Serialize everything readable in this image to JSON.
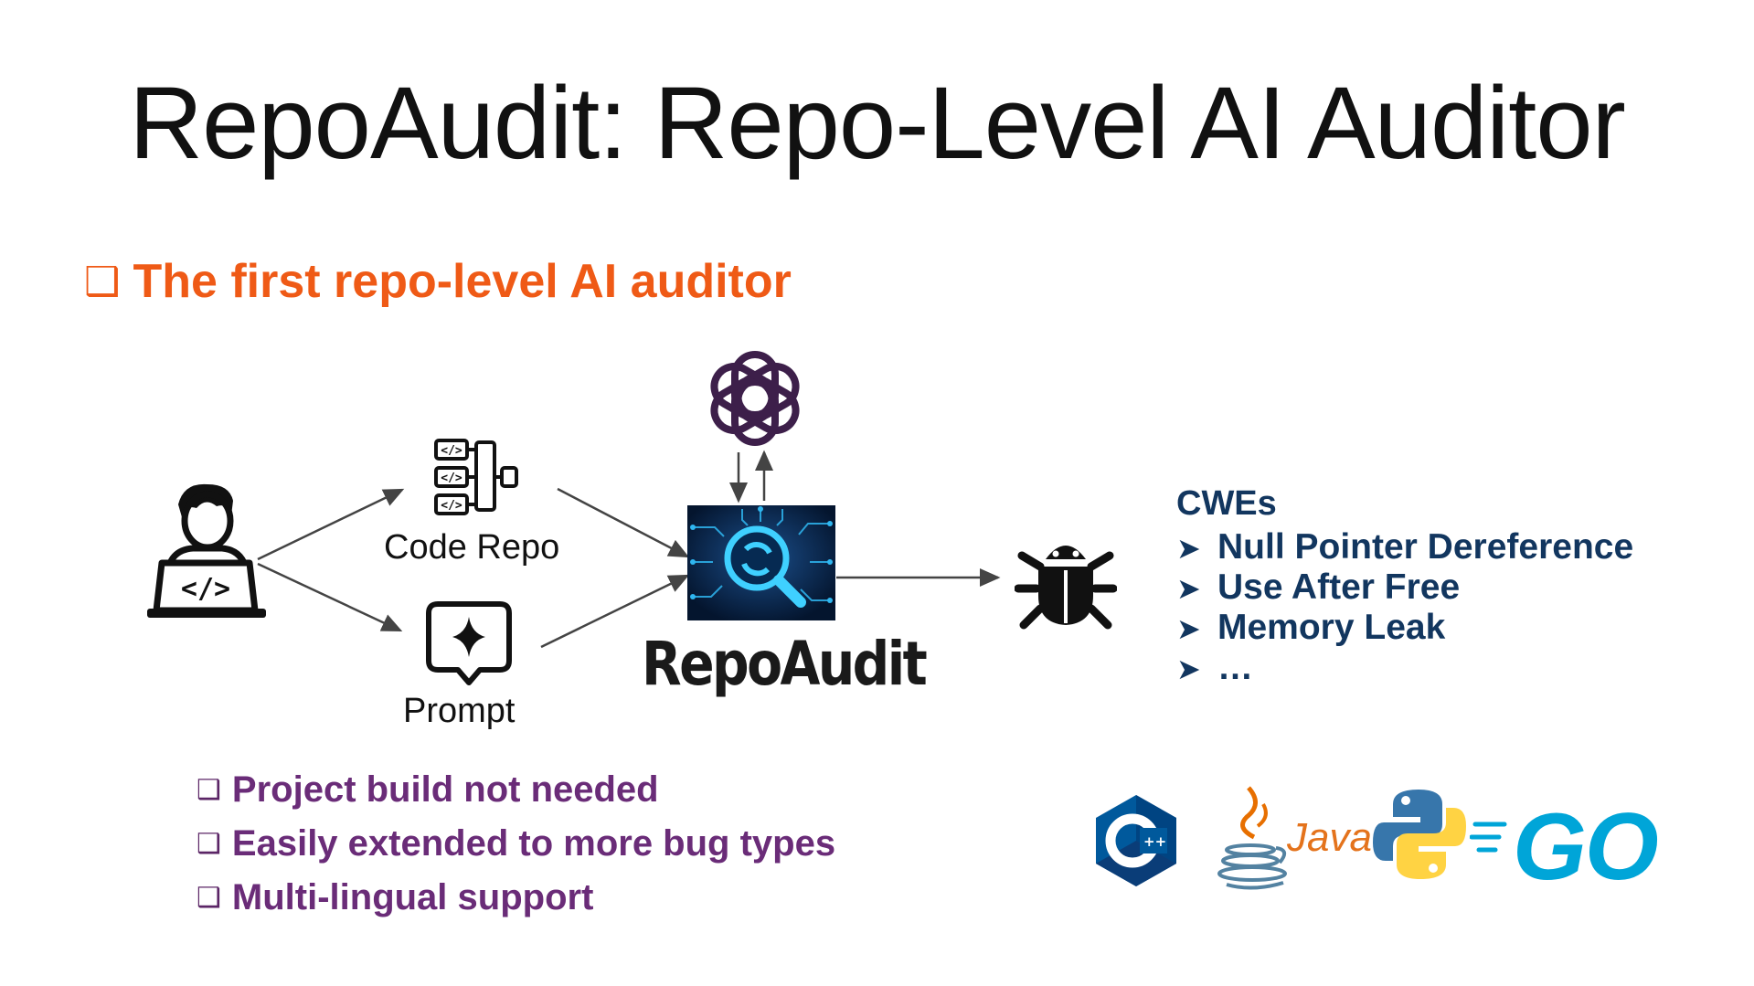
{
  "title": "RepoAudit: Repo-Level AI Auditor",
  "subtitle": {
    "bullet": "❑",
    "text": "The first repo-level AI auditor"
  },
  "diagram": {
    "inputs": {
      "code_repo_label": "Code Repo",
      "prompt_label": "Prompt"
    },
    "center_label": "RepoAudit",
    "cwes": {
      "title": "CWEs",
      "bullet": "➤",
      "items": [
        "Null Pointer Dereference",
        "Use After Free",
        "Memory Leak",
        "…"
      ]
    }
  },
  "features": {
    "bullet": "❑",
    "items": [
      "Project build not needed",
      "Easily extended to more bug types",
      "Multi-lingual support"
    ]
  },
  "languages": {
    "java_label": "Java",
    "go_label": "GO"
  },
  "icons": [
    "developer-laptop-icon",
    "code-repo-icon",
    "prompt-icon",
    "openai-icon",
    "ai-search-icon",
    "bug-icon",
    "cpp-logo",
    "java-logo",
    "python-logo",
    "go-logo"
  ],
  "colors": {
    "subtitle": "#ef5a16",
    "cwe_text": "#12365f",
    "features_text": "#6a2c78",
    "openai": "#3d1f4a",
    "go": "#00a5d8"
  }
}
